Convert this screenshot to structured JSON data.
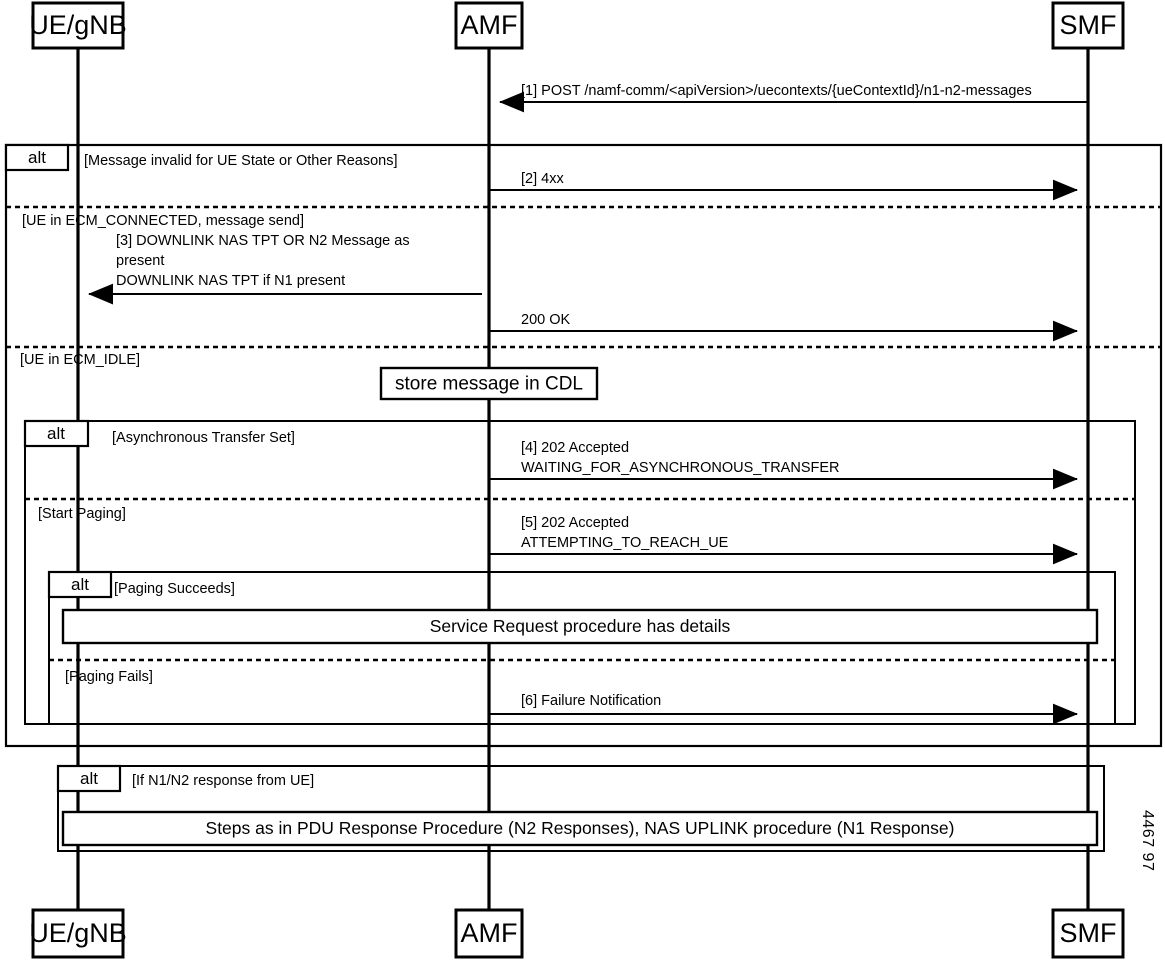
{
  "diagram": {
    "type": "uml-sequence-diagram",
    "watermark": "4467 97",
    "participants": [
      {
        "id": "ue",
        "label": "UE/gNB"
      },
      {
        "id": "amf",
        "label": "AMF"
      },
      {
        "id": "smf",
        "label": "SMF"
      }
    ],
    "participants_footer": [
      {
        "id": "ue",
        "label": "UE/gNB"
      },
      {
        "id": "amf",
        "label": "AMF"
      },
      {
        "id": "smf",
        "label": "SMF"
      }
    ],
    "messages": {
      "m1": "[1] POST /namf-comm/<apiVersion>/uecontexts/{ueContextId}/n1-n2-messages",
      "m2": "[2] 4xx",
      "m3_line1": "[3] DOWNLINK NAS TPT OR N2 Message as",
      "m3_line2": "present",
      "m3_line3": "DOWNLINK NAS TPT if N1 present",
      "m200ok": "200 OK",
      "m4_line1": "[4] 202 Accepted",
      "m4_line2": "WAITING_FOR_ASYNCHRONOUS_TRANSFER",
      "m5_line1": "[5] 202 Accepted",
      "m5_line2": "ATTEMPTING_TO_REACH_UE",
      "m6": "[6] Failure Notification"
    },
    "notes": {
      "store_cdl": "store message in CDL"
    },
    "refs": {
      "service_request": "Service Request procedure has details",
      "pdu_steps": "Steps as in PDU Response Procedure (N2 Responses), NAS UPLINK procedure (N1 Response)"
    },
    "fragments": {
      "outer": {
        "operator": "alt",
        "guards": [
          "[Message invalid for UE State or Other Reasons]",
          "[UE in ECM_CONNECTED, message send]",
          "[UE in ECM_IDLE]"
        ]
      },
      "async": {
        "operator": "alt",
        "guards": [
          "[Asynchronous Transfer Set]",
          "[Start Paging]"
        ]
      },
      "paging": {
        "operator": "alt",
        "guards": [
          "[Paging Succeeds]",
          "[Paging Fails]"
        ]
      },
      "response": {
        "operator": "alt",
        "guards": [
          "[If N1/N2 response from UE]"
        ]
      }
    },
    "colors": {
      "stroke": "#000000",
      "background": "#ffffff"
    }
  }
}
